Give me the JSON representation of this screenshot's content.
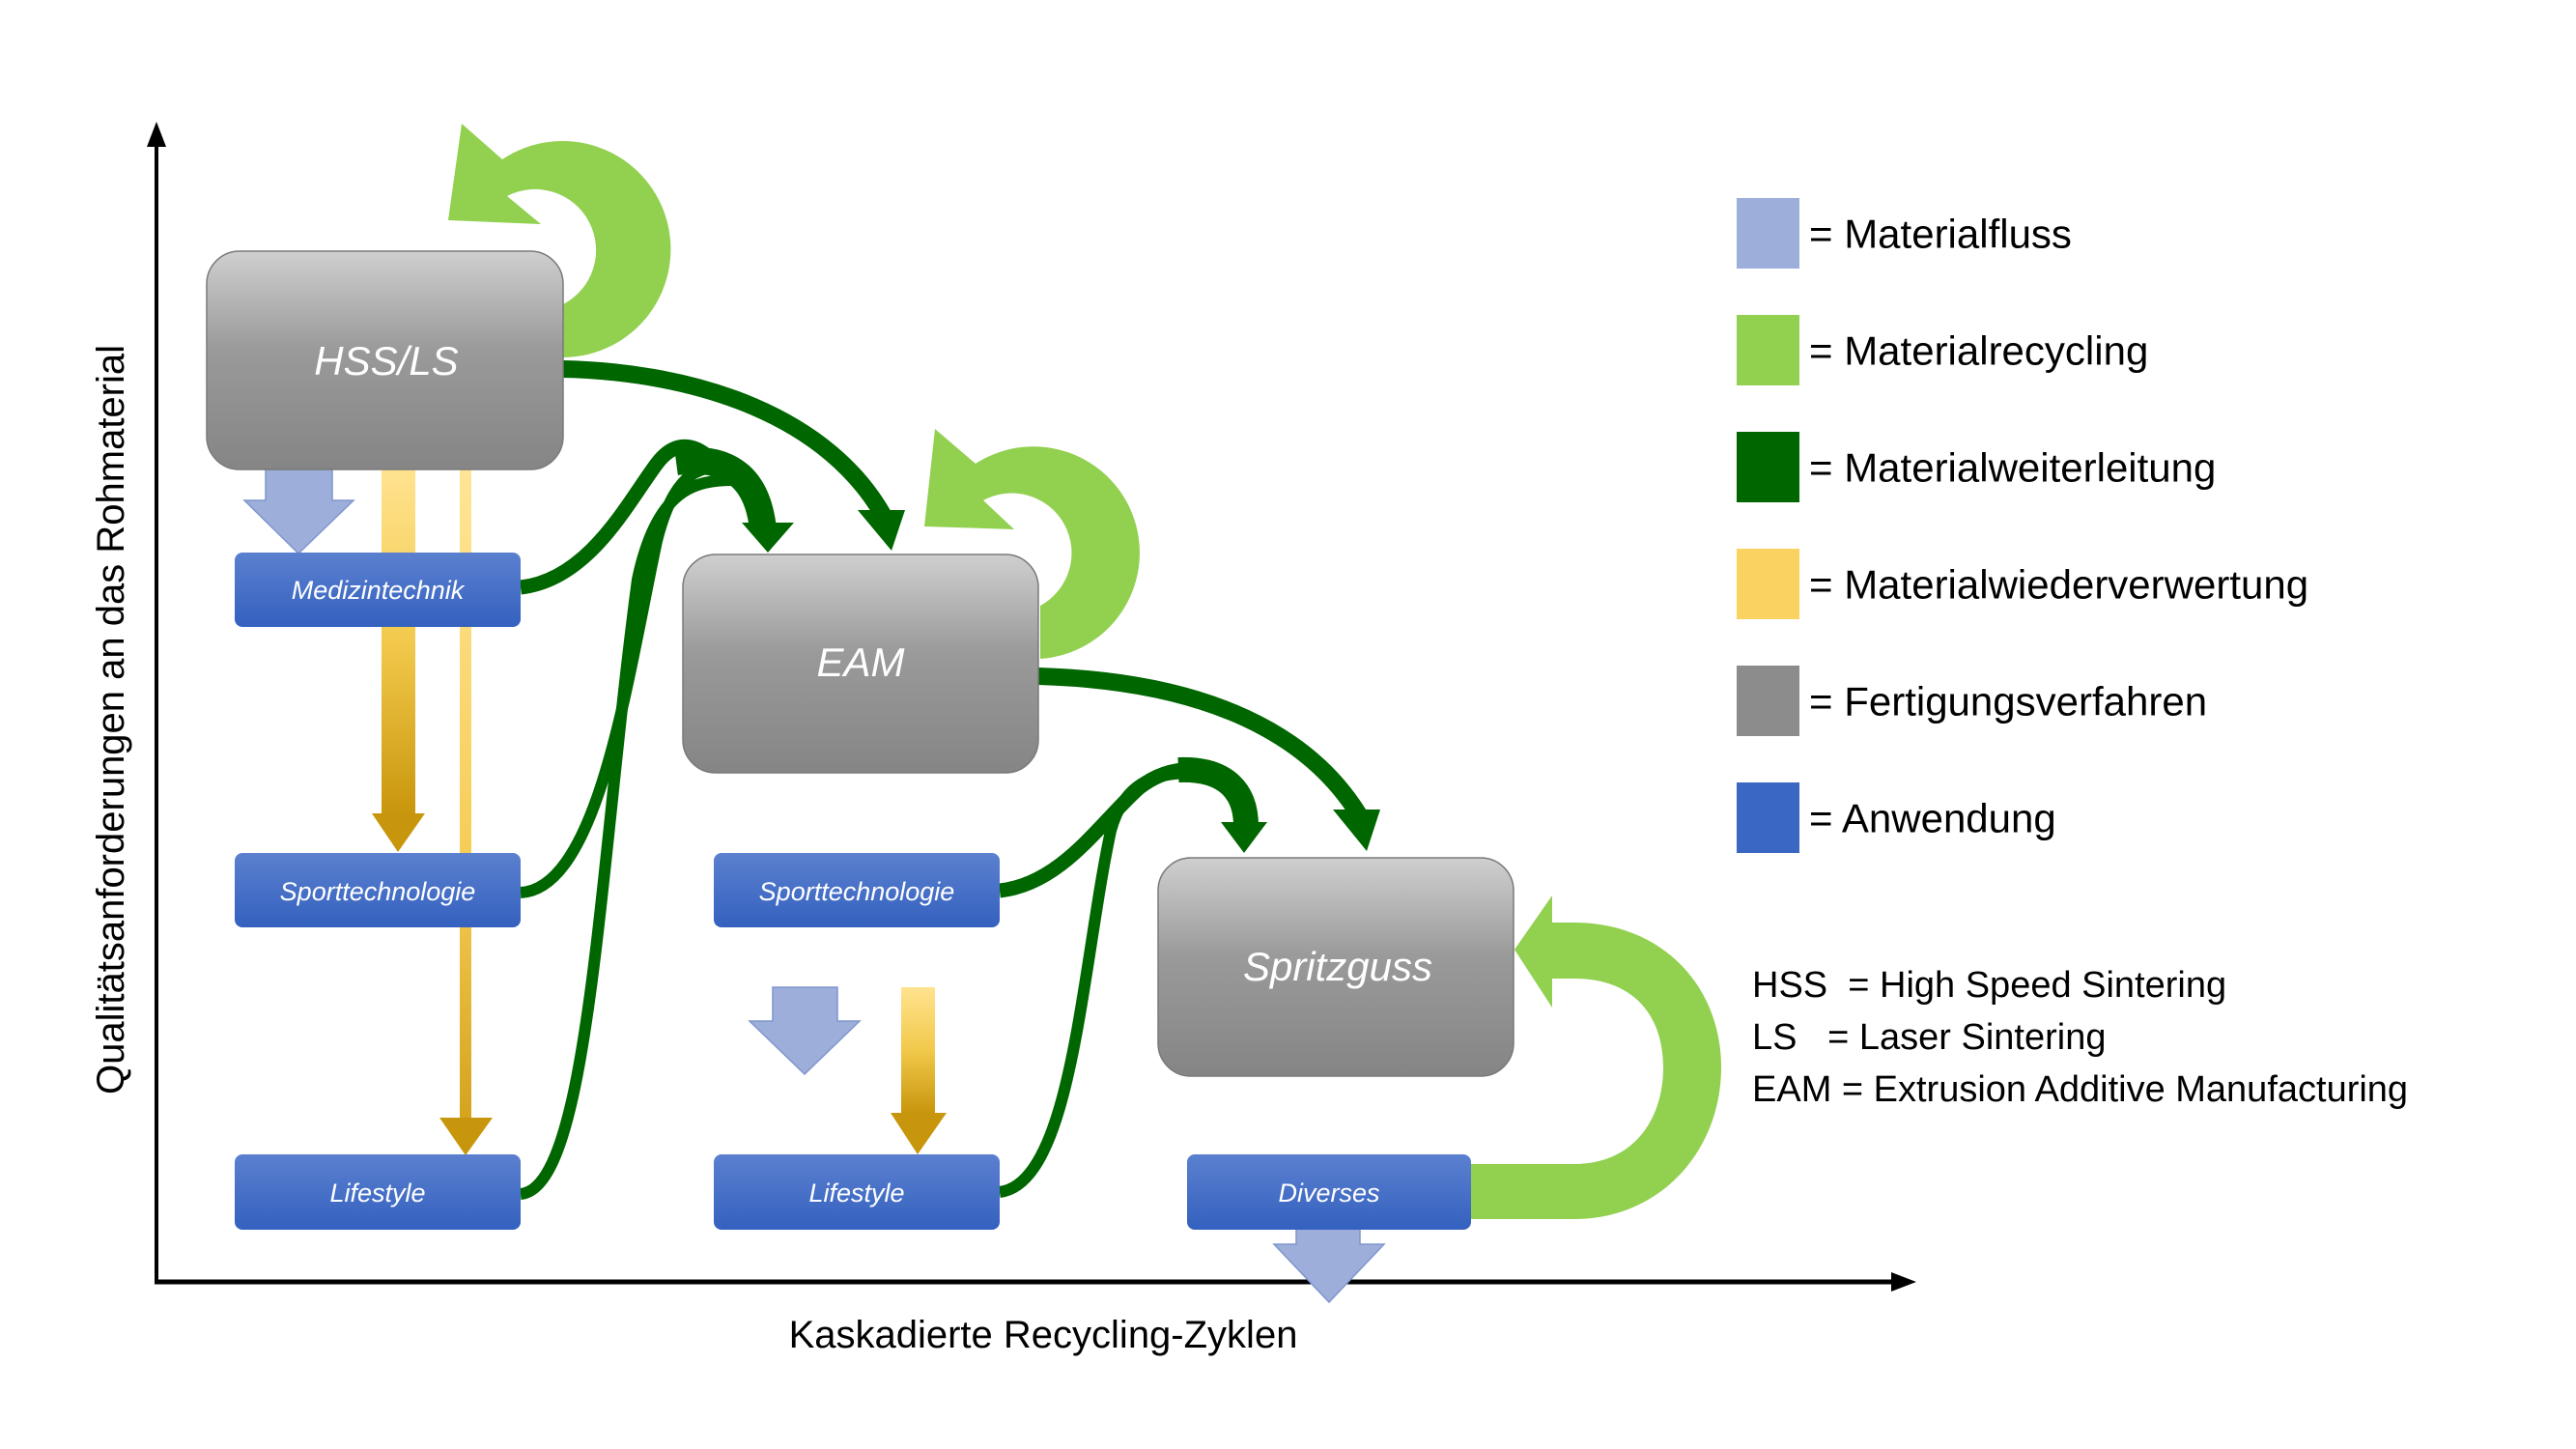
{
  "axes": {
    "x_label": "Kaskadierte Recycling-Zyklen",
    "y_label": "Qualitätsanforderungen an das Rohmaterial"
  },
  "processes": [
    {
      "id": "hss",
      "label": "HSS/LS"
    },
    {
      "id": "eam",
      "label": "EAM"
    },
    {
      "id": "spritzguss",
      "label": "Spritzguss"
    }
  ],
  "applications": {
    "col1": [
      {
        "label": "Medizintechnik"
      },
      {
        "label": "Sporttechnologie"
      },
      {
        "label": "Lifestyle"
      }
    ],
    "col2": [
      {
        "label": "Sporttechnologie"
      },
      {
        "label": "Lifestyle"
      }
    ],
    "col3": [
      {
        "label": "Diverses"
      }
    ]
  },
  "legend": [
    {
      "label": "= Materialfluss",
      "color": "#9DAEDB"
    },
    {
      "label": "= Materialrecycling",
      "color": "#92D050"
    },
    {
      "label": "= Materialweiterleitung",
      "color": "#006600"
    },
    {
      "label": "= Materialwiederverwertung",
      "color": "#F9D262"
    },
    {
      "label": "= Fertigungsverfahren",
      "color": "#8C8C8C"
    },
    {
      "label": "= Anwendung",
      "color": "#3A66C4"
    }
  ],
  "abbreviations": [
    {
      "text": "HSS  = High Speed Sintering"
    },
    {
      "text": "LS   = Laser Sintering"
    },
    {
      "text": "EAM = Extrusion Additive Manufacturing"
    }
  ],
  "colors": {
    "materialfluss": "#9DAEDB",
    "recycling": "#92D050",
    "weiterleitung": "#006600",
    "wiederverwertung_light": "#FFE38F",
    "wiederverwertung_dark": "#C8960C",
    "process_top": "#CFCFCF",
    "process_bottom": "#858585",
    "app_top": "#5B80CF",
    "app_bottom": "#3461BF"
  }
}
